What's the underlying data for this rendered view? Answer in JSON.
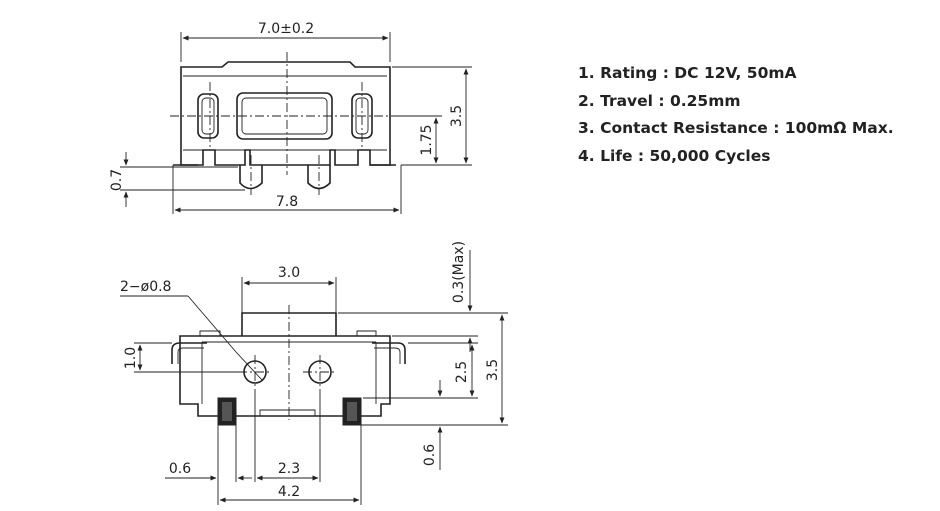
{
  "top_view": {
    "width_label": "7.0±0.2",
    "base_width_label": "7.8",
    "pin_height_label": "0.7",
    "mid_height_label": "1.75",
    "total_height_label": "3.5"
  },
  "bottom_view": {
    "hole_label": "2−ø0.8",
    "actuator_width_label": "3.0",
    "clearance_label": "0.3(Max)",
    "left_offset_label": "1.0",
    "body_height_label": "2.5",
    "total_height_label": "3.5",
    "pad_label": "0.6",
    "pad_spacing_label": "2.3",
    "pad_outer_label": "4.2",
    "pad_height_label": "0.6"
  },
  "specs": [
    "1. Rating : DC 12V, 50mA",
    "2. Travel : 0.25mm",
    "3. Contact Resistance : 100mΩ Max.",
    "4. Life : 50,000 Cycles"
  ]
}
